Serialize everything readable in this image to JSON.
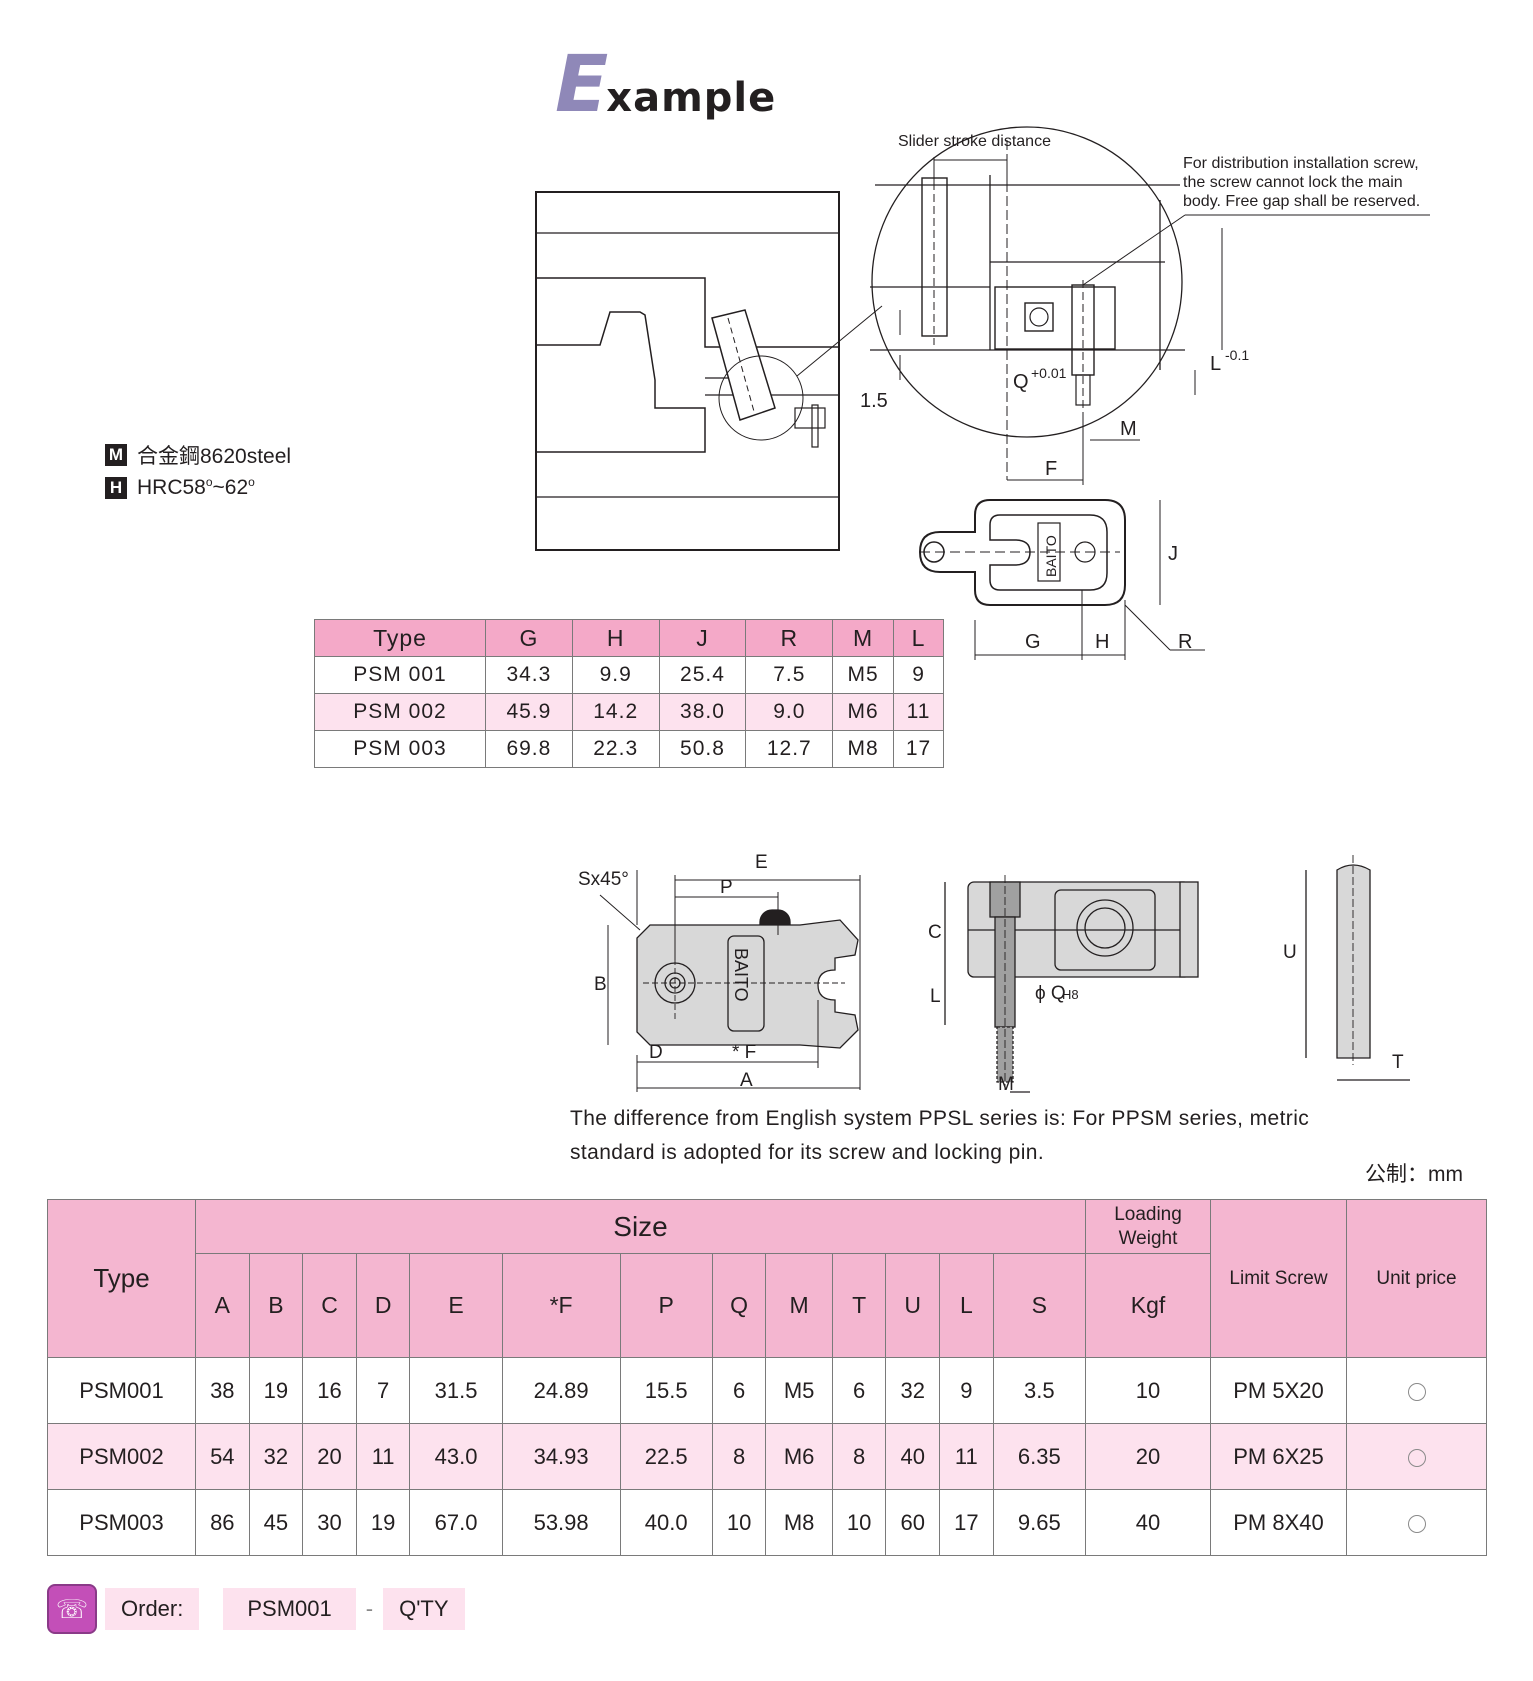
{
  "title": {
    "first": "E",
    "rest": "xample"
  },
  "specs": {
    "material_icon": "M",
    "material": "合金鋼8620steel",
    "hardness_icon": "H",
    "hardness_text": "HRC58",
    "hardness_deg1": "o",
    "hardness_sep": "~62",
    "hardness_deg2": "o"
  },
  "diagram_top": {
    "slider_stroke": "Slider stroke distance",
    "note_line1": "For distribution installation screw,",
    "note_line2": "the screw cannot lock the main",
    "note_line3": "body. Free gap shall be reserved.",
    "L_label": "L",
    "L_tol": "-0.1",
    "Q_label": "Q",
    "Q_tol": "+0.01",
    "dim_15": "1.5",
    "M": "M",
    "F": "F",
    "J": "J",
    "G": "G",
    "H": "H",
    "R": "R",
    "brand": "BAITO"
  },
  "small_table": {
    "headers": [
      "Type",
      "G",
      "H",
      "J",
      "R",
      "M",
      "L"
    ],
    "rows": [
      [
        "PSM 001",
        "34.3",
        "9.9",
        "25.4",
        "7.5",
        "M5",
        "9"
      ],
      [
        "PSM 002",
        "45.9",
        "14.2",
        "38.0",
        "9.0",
        "M6",
        "11"
      ],
      [
        "PSM 003",
        "69.8",
        "22.3",
        "50.8",
        "12.7",
        "M8",
        "17"
      ]
    ]
  },
  "diagram_bottom": {
    "E": "E",
    "P": "P",
    "S": "Sx45°",
    "B": "B",
    "D": "D",
    "F": "* F",
    "A": "A",
    "C": "C",
    "L": "L",
    "Q": "ϕ Q",
    "Q_sub": "H8",
    "M": "M",
    "U": "U",
    "T": "T",
    "brand": "BAITO"
  },
  "note": {
    "line1": "The difference from English system PPSL series is: For PPSM series, metric",
    "line2": "standard is adopted for its screw and locking pin.",
    "unit": "公制：mm"
  },
  "main_table": {
    "type_header": "Type",
    "size_header": "Size",
    "size_cols": [
      "A",
      "B",
      "C",
      "D",
      "E",
      "*F",
      "P",
      "Q",
      "M",
      "T",
      "U",
      "L",
      "S"
    ],
    "loading_header": "Loading Weight",
    "loading_unit": "Kgf",
    "limit_header": "Limit Screw",
    "price_header": "Unit price",
    "rows": [
      {
        "type": "PSM001",
        "values": [
          "38",
          "19",
          "16",
          "7",
          "31.5",
          "24.89",
          "15.5",
          "6",
          "M5",
          "6",
          "32",
          "9",
          "3.5"
        ],
        "load": "10",
        "screw": "PM 5X20"
      },
      {
        "type": "PSM002",
        "values": [
          "54",
          "32",
          "20",
          "11",
          "43.0",
          "34.93",
          "22.5",
          "8",
          "M6",
          "8",
          "40",
          "11",
          "6.35"
        ],
        "load": "20",
        "screw": "PM 6X25"
      },
      {
        "type": "PSM003",
        "values": [
          "86",
          "45",
          "30",
          "19",
          "67.0",
          "53.98",
          "40.0",
          "10",
          "M8",
          "10",
          "60",
          "17",
          "9.65"
        ],
        "load": "40",
        "screw": "PM 8X40"
      }
    ]
  },
  "order": {
    "icon": "phone-icon",
    "label": "Order:",
    "code": "PSM001",
    "dash": "-",
    "qty": "Q'TY"
  }
}
